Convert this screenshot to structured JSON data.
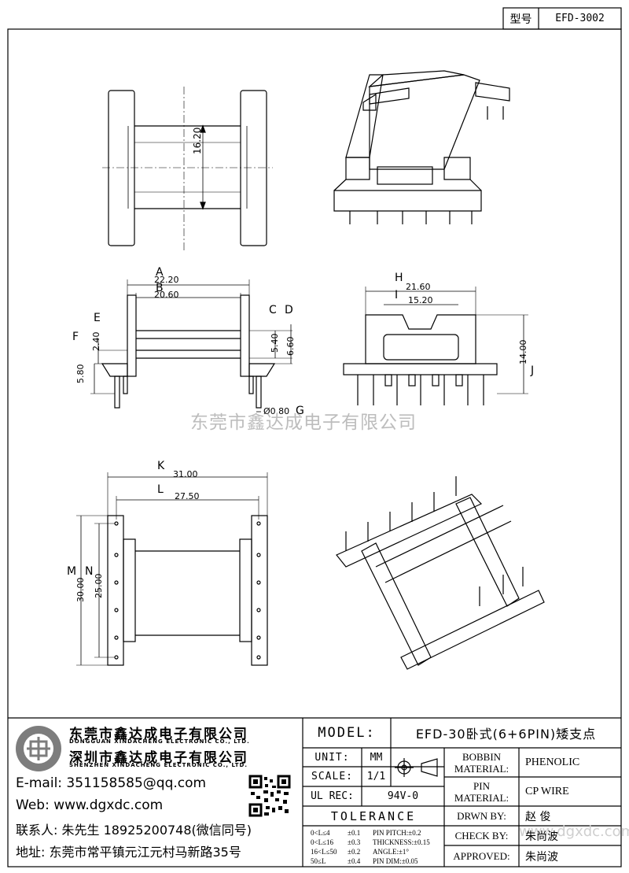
{
  "header": {
    "type_label": "型号",
    "part_no": "EFD-3002"
  },
  "watermark": "东莞市鑫达成电子有限公司",
  "watermark_corner": "www.dgxdc.com",
  "dimensions": {
    "top_height": "16.20",
    "A": {
      "letter": "A",
      "value": "22.20"
    },
    "B": {
      "letter": "B",
      "value": "20.60"
    },
    "C": {
      "letter": "C",
      "value": "5.40"
    },
    "D": {
      "letter": "D",
      "value": "6.60"
    },
    "E": {
      "letter": "E",
      "value": "2.40"
    },
    "F": {
      "letter": "F",
      "value": "5.80"
    },
    "G": {
      "letter": "G",
      "value": "Ø0.80"
    },
    "H": {
      "letter": "H",
      "value": "21.60"
    },
    "I": {
      "letter": "I",
      "value": "15.20"
    },
    "J": {
      "letter": "J",
      "value": "14.00"
    },
    "K": {
      "letter": "K",
      "value": "31.00"
    },
    "L": {
      "letter": "L",
      "value": "27.50"
    },
    "M": {
      "letter": "M",
      "value": "30.00"
    },
    "N": {
      "letter": "N",
      "value": "25.00"
    }
  },
  "company": {
    "name_dg": "东莞市鑫达成电子有限公司",
    "name_dg_en": "DONGGUAN XINDACHENG ELECTRONIC CO., LTD.",
    "name_sz": "深圳市鑫达成电子有限公司",
    "name_sz_en": "SHENZHEN XINDACHENG ELECTRONIC CO., LTD.",
    "email": "E-mail: 351158585@qq.com",
    "web": "Web: www.dgxdc.com",
    "contact": "联系人: 朱先生 18925200748(微信同号)",
    "address": "地址: 东莞市常平镇元江元村马新路35号"
  },
  "titleblock": {
    "model_label": "MODEL:",
    "model_value": "EFD-30卧式(6+6PIN)矮支点",
    "unit_label": "UNIT:",
    "unit_value": "MM",
    "scale_label": "SCALE:",
    "scale_value": "1/1",
    "ulrec_label": "UL REC:",
    "ulrec_value": "94V-0",
    "tolerance_label": "TOLERANCE",
    "bobbin_label": "BOBBIN",
    "material_label": "MATERIAL:",
    "bobbin_value": "PHENOLIC",
    "pin_label": "PIN",
    "pin_value": "CP WIRE",
    "drwn_label": "DRWN BY:",
    "drwn_value": "赵  俊",
    "check_label": "CHECK BY:",
    "check_value": "朱尚波",
    "approved_label": "APPROVED:",
    "approved_value": "朱尚波",
    "tolerances": [
      [
        "0<L≤4",
        "±0.1",
        "PIN PITCH:±0.2"
      ],
      [
        "0<L≤16",
        "±0.3",
        "THICKNESS:±0.15"
      ],
      [
        "16<L≤50",
        "±0.2",
        "ANGLE:±1°"
      ],
      [
        "50≤L",
        "±0.4",
        "PIN DIM:±0.05"
      ]
    ]
  }
}
